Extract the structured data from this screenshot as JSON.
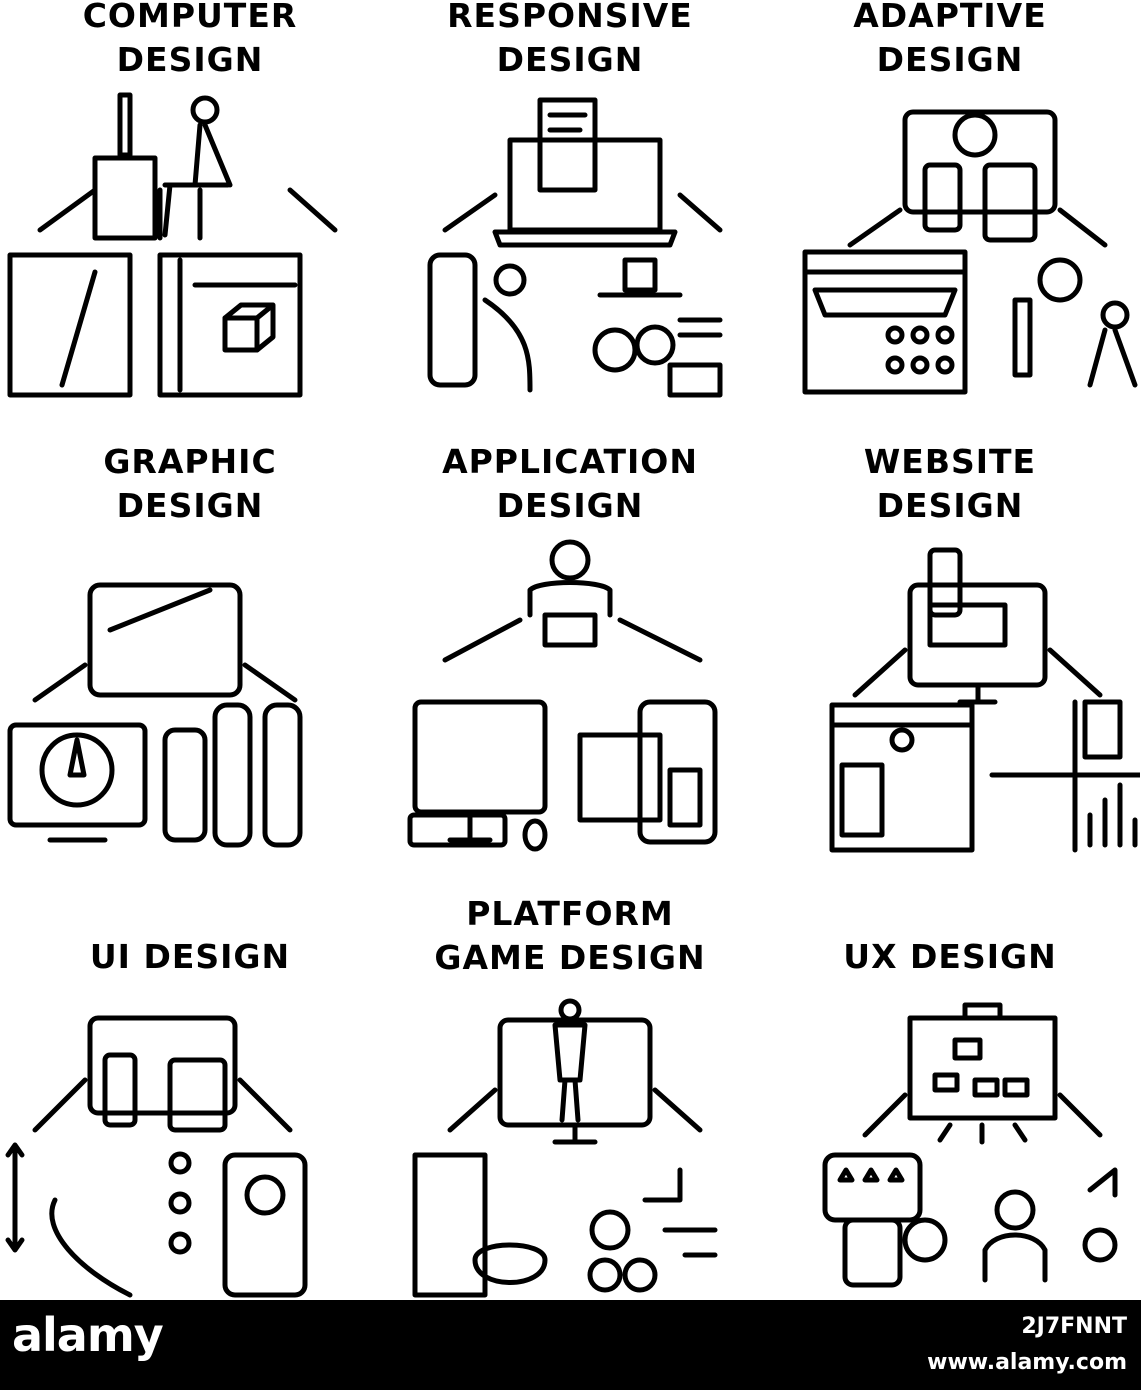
{
  "tiles": [
    {
      "title": "COMPUTER\nDESIGN"
    },
    {
      "title": "RESPONSIVE\nDESIGN"
    },
    {
      "title": "ADAPTIVE\nDESIGN"
    },
    {
      "title": "GRAPHIC\nDESIGN"
    },
    {
      "title": "APPLICATION\nDESIGN"
    },
    {
      "title": "WEBSITE\nDESIGN"
    },
    {
      "title": "UI DESIGN"
    },
    {
      "title": "PLATFORM\nGAME DESIGN"
    },
    {
      "title": "UX DESIGN"
    }
  ],
  "watermark": {
    "logo": "alamy",
    "image_id": "2J7FNNT",
    "url": "www.alamy.com"
  },
  "colors": {
    "ink": "#000000",
    "background": "#ffffff"
  }
}
